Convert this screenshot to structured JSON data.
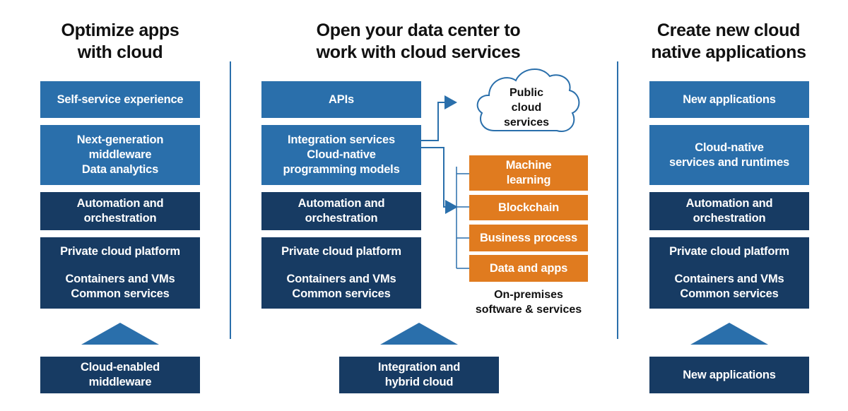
{
  "columns": [
    {
      "title": [
        "Optimize apps",
        "with cloud"
      ],
      "stack": [
        {
          "lines": [
            "Self-service experience"
          ]
        },
        {
          "lines": [
            "Next-generation",
            "middleware",
            "Data analytics"
          ]
        },
        {
          "lines": [
            "Automation and",
            "orchestration"
          ]
        },
        {
          "lines": [
            "Private cloud platform"
          ],
          "lines2": [
            "Containers and VMs",
            "Common services"
          ]
        }
      ],
      "base": [
        "Cloud-enabled",
        "middleware"
      ]
    },
    {
      "title": [
        "Open your data center to",
        "work with cloud services"
      ],
      "stack": [
        {
          "lines": [
            "APIs"
          ]
        },
        {
          "lines": [
            "Integration services",
            "Cloud-native",
            "programming models"
          ]
        },
        {
          "lines": [
            "Automation and",
            "orchestration"
          ]
        },
        {
          "lines": [
            "Private cloud platform"
          ],
          "lines2": [
            "Containers and VMs",
            "Common services"
          ]
        }
      ],
      "base": [
        "Integration and",
        "hybrid cloud"
      ],
      "cloud": [
        "Public",
        "cloud",
        "services"
      ],
      "onprem": {
        "items": [
          {
            "lines": [
              "Machine",
              "learning"
            ]
          },
          {
            "lines": [
              "Blockchain"
            ]
          },
          {
            "lines": [
              "Business process"
            ]
          },
          {
            "lines": [
              "Data and apps"
            ]
          }
        ],
        "caption": [
          "On-premises",
          "software & services"
        ]
      }
    },
    {
      "title": [
        "Create new cloud",
        "native applications"
      ],
      "stack": [
        {
          "lines": [
            "New applications"
          ]
        },
        {
          "lines": [
            "Cloud-native",
            "services and runtimes"
          ]
        },
        {
          "lines": [
            "Automation and",
            "orchestration"
          ]
        },
        {
          "lines": [
            "Private cloud platform"
          ],
          "lines2": [
            "Containers and VMs",
            "Common services"
          ]
        }
      ],
      "base": [
        "New applications"
      ]
    }
  ],
  "colors": {
    "light_blue": "#2a6fab",
    "dark_blue": "#173b63",
    "orange": "#e07b1f",
    "cloud_outline": "#2a6fab"
  }
}
